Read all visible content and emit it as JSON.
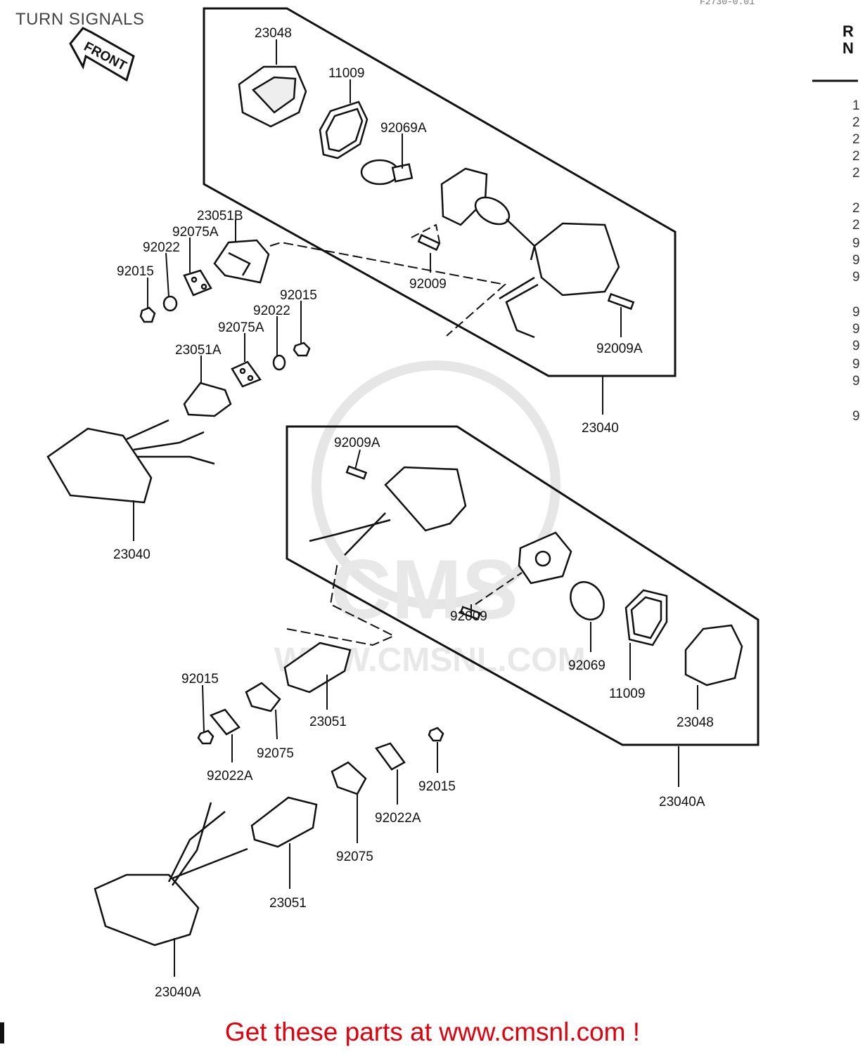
{
  "page": {
    "title": "TURN SIGNALS",
    "front_arrow_text": "FRONT",
    "top_code": "F2730-0.01",
    "footer_text": "Get these parts at www.cmsnl.com !",
    "accent_color": "#e0000c"
  },
  "ref_column": {
    "header": [
      "R",
      "N"
    ],
    "items": [
      "1",
      "2",
      "2",
      "2",
      "2",
      "2",
      "2",
      "9",
      "9",
      "9",
      "9",
      "9",
      "9",
      "9",
      "9",
      "9"
    ]
  },
  "watermark": {
    "logo_text": "CMS",
    "url_text": "WWW.CMSNL.COM"
  },
  "callouts": [
    {
      "id": "c1",
      "text": "23048"
    },
    {
      "id": "c2",
      "text": "11009"
    },
    {
      "id": "c3",
      "text": "92069A"
    },
    {
      "id": "c4",
      "text": "23051B"
    },
    {
      "id": "c5",
      "text": "92075A"
    },
    {
      "id": "c6",
      "text": "92022"
    },
    {
      "id": "c7",
      "text": "92015"
    },
    {
      "id": "c8",
      "text": "92009"
    },
    {
      "id": "c9",
      "text": "92015"
    },
    {
      "id": "c10",
      "text": "92022"
    },
    {
      "id": "c11",
      "text": "92075A"
    },
    {
      "id": "c12",
      "text": "23051A"
    },
    {
      "id": "c13",
      "text": "92009A"
    },
    {
      "id": "c14",
      "text": "23040"
    },
    {
      "id": "c15",
      "text": "92009A"
    },
    {
      "id": "c16",
      "text": "23040"
    },
    {
      "id": "c17",
      "text": "92009"
    },
    {
      "id": "c18",
      "text": "92069"
    },
    {
      "id": "c19",
      "text": "92015"
    },
    {
      "id": "c20",
      "text": "23051"
    },
    {
      "id": "c21",
      "text": "11009"
    },
    {
      "id": "c22",
      "text": "23048"
    },
    {
      "id": "c23",
      "text": "92075"
    },
    {
      "id": "c24",
      "text": "92022A"
    },
    {
      "id": "c25",
      "text": "92015"
    },
    {
      "id": "c26",
      "text": "23040A"
    },
    {
      "id": "c27",
      "text": "92022A"
    },
    {
      "id": "c28",
      "text": "92075"
    },
    {
      "id": "c29",
      "text": "23051"
    },
    {
      "id": "c30",
      "text": "23040A"
    }
  ]
}
